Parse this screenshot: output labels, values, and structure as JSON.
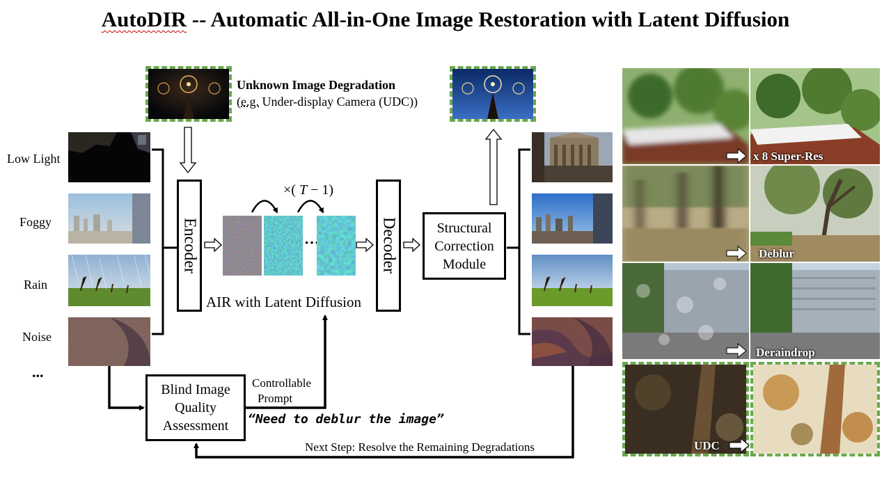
{
  "title_prefix": "AutoDIR",
  "title_rest": " -- Automatic All-in-One Image Restoration with Latent Diffusion",
  "unknown": {
    "heading": "Unknown Image Degradation",
    "eg_prefix": "(",
    "eg_word": "e.g.",
    "eg_rest": " Under-display Camera (UDC))"
  },
  "inputs": [
    {
      "label": "Low Light",
      "icon": "low-light-photo"
    },
    {
      "label": "Foggy",
      "icon": "foggy-city-photo"
    },
    {
      "label": "Rain",
      "icon": "rainy-giraffes-photo"
    },
    {
      "label": "Noise",
      "icon": "noisy-photo"
    }
  ],
  "more": "...",
  "encoder": "Encoder",
  "decoder": "Decoder",
  "times_prefix": "×(",
  "times_T": "T",
  "times_suffix": " − 1)",
  "ellipsis": "···",
  "air_label": "AIR with Latent Diffusion",
  "scm": {
    "line1": "Structural",
    "line2": "Correction",
    "line3": "Module"
  },
  "biqa": {
    "line1": "Blind Image",
    "line2": "Quality",
    "line3": "Assessment"
  },
  "controllable": {
    "line1": "Controllable",
    "line2": "Prompt"
  },
  "prompt_text": "“Need to deblur the image”",
  "next_step": "Next Step: Resolve the Remaining Degradations",
  "results": [
    {
      "label": "x 8 Super-Res"
    },
    {
      "label": "Deblur"
    },
    {
      "label": "Deraindrop"
    },
    {
      "label": "UDC"
    }
  ],
  "colors": {
    "dash_green": "#6aa84f",
    "title_underline": "#cc0000",
    "line": "#000000"
  }
}
